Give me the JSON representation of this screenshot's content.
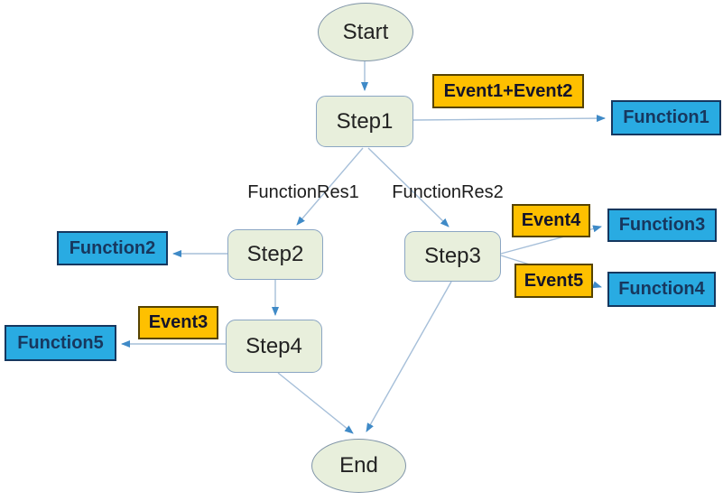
{
  "diagram": {
    "type": "flowchart",
    "nodes": {
      "start": {
        "label": "Start",
        "shape": "ellipse"
      },
      "step1": {
        "label": "Step1",
        "shape": "rounded-rect"
      },
      "step2": {
        "label": "Step2",
        "shape": "rounded-rect"
      },
      "step3": {
        "label": "Step3",
        "shape": "rounded-rect"
      },
      "step4": {
        "label": "Step4",
        "shape": "rounded-rect"
      },
      "end": {
        "label": "End",
        "shape": "ellipse"
      },
      "event12": {
        "label": "Event1+Event2",
        "shape": "rect",
        "kind": "event"
      },
      "event3": {
        "label": "Event3",
        "shape": "rect",
        "kind": "event"
      },
      "event4": {
        "label": "Event4",
        "shape": "rect",
        "kind": "event"
      },
      "event5": {
        "label": "Event5",
        "shape": "rect",
        "kind": "event"
      },
      "function1": {
        "label": "Function1",
        "shape": "rect",
        "kind": "function"
      },
      "function2": {
        "label": "Function2",
        "shape": "rect",
        "kind": "function"
      },
      "function3": {
        "label": "Function3",
        "shape": "rect",
        "kind": "function"
      },
      "function4": {
        "label": "Function4",
        "shape": "rect",
        "kind": "function"
      },
      "function5": {
        "label": "Function5",
        "shape": "rect",
        "kind": "function"
      }
    },
    "edge_labels": {
      "functionres1": "FunctionRes1",
      "functionres2": "FunctionRes2"
    },
    "edges": [
      {
        "from": "Start",
        "to": "Step1"
      },
      {
        "from": "Step1",
        "to": "Function1",
        "via_event": "Event1+Event2"
      },
      {
        "from": "Step1",
        "to": "Step2",
        "label": "FunctionRes1"
      },
      {
        "from": "Step1",
        "to": "Step3",
        "label": "FunctionRes2"
      },
      {
        "from": "Step2",
        "to": "Function2"
      },
      {
        "from": "Step2",
        "to": "Step4"
      },
      {
        "from": "Step3",
        "to": "Function3",
        "via_event": "Event4"
      },
      {
        "from": "Step3",
        "to": "Function4",
        "via_event": "Event5"
      },
      {
        "from": "Step3",
        "to": "End"
      },
      {
        "from": "Step4",
        "to": "Function5",
        "via_event": "Event3"
      },
      {
        "from": "Step4",
        "to": "End"
      }
    ],
    "colors": {
      "state_fill": "#e8efdc",
      "state_border": "#8ba6c3",
      "ellipse_border": "#8095a8",
      "state_text": "#222222",
      "event_fill": "#fec000",
      "event_border": "#564300",
      "event_text": "#14142a",
      "function_fill": "#29abe2",
      "function_border": "#15375f",
      "function_text": "#17375e",
      "connector_line": "#a6bfd9",
      "connector_arrow": "#3f8ac7"
    }
  }
}
